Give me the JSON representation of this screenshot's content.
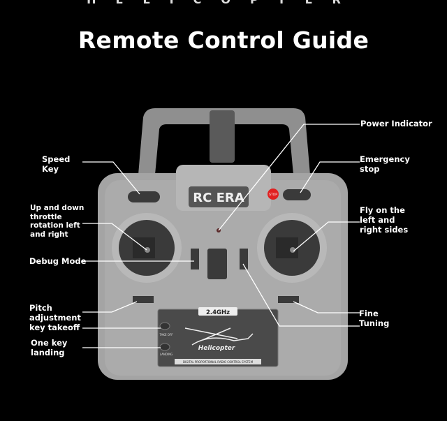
{
  "header": {
    "top_strip": "HELICOPTER",
    "title": "Remote Control Guide"
  },
  "labels": {
    "speed_key": "Speed\nKey",
    "throttle": "Up and down\nthrottle\nrotation left\nand right",
    "debug_mode": "Debug Mode",
    "pitch": "Pitch\nadjustment\nkey takeoff",
    "landing": "One key\nlanding",
    "power_indicator": "Power Indicator",
    "emergency_stop": "Emergency\nstop",
    "fly_sides": "Fly on the\nleft and\nright sides",
    "fine_tuning": "Fine\nTuning"
  },
  "device": {
    "brand": "RC ERA",
    "stop_badge": "STOP",
    "frequency": "2.4GHz",
    "takeoff": "TAKE OFF",
    "landing": "LANDING",
    "model": "Helicopter",
    "system": "DIGITAL PROPORTIONAL RADIO CONTROL SYSTEM"
  },
  "colors": {
    "background": "#000000",
    "body": "#a9a9a9",
    "panel": "#4a4a4a",
    "stop": "#e02020"
  }
}
